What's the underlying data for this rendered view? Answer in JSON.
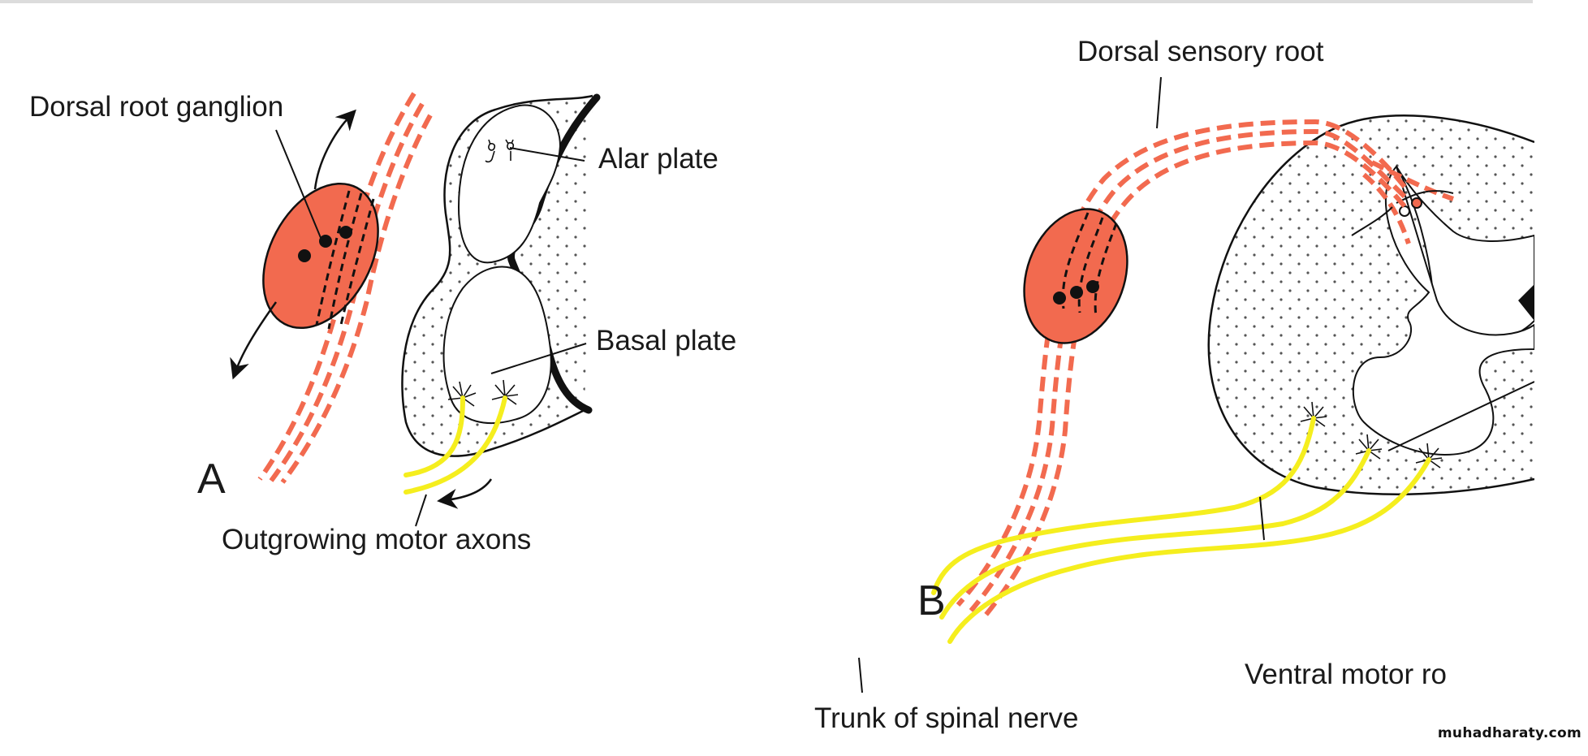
{
  "figure": {
    "panel_a": {
      "letter": "A",
      "labels": {
        "dorsal_root_ganglion": "Dorsal root ganglion",
        "alar_plate": "Alar plate",
        "basal_plate": "Basal plate",
        "outgrowing_motor_axons": "Outgrowing motor axons"
      }
    },
    "panel_b": {
      "letter": "B",
      "labels": {
        "dorsal_sensory_root": "Dorsal sensory root",
        "ventral_motor_root": "Ventral motor ro",
        "trunk_of_spinal_nerve": "Trunk of spinal nerve"
      }
    },
    "colors": {
      "sensory": "#f26a4f",
      "ganglion_fill": "#f26a4f",
      "motor": "#f5ee1e",
      "outline": "#111111"
    }
  },
  "watermark": "muhadharaty.com"
}
